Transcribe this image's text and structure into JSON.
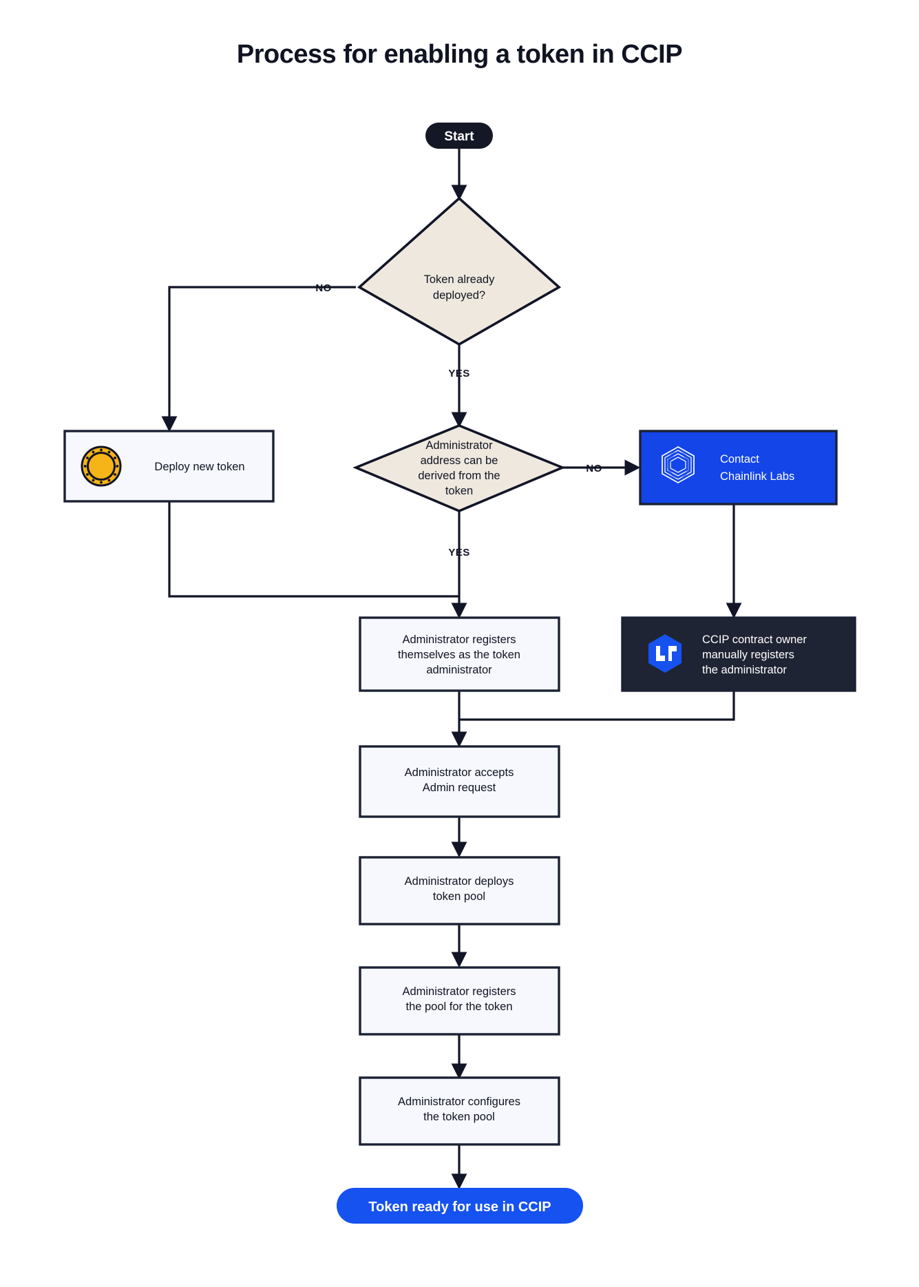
{
  "title": "Process for enabling a token in CCIP",
  "colors": {
    "background": "#ffffff",
    "text_dark": "#101322",
    "line": "#111527",
    "box_fill": "#F6F8FD",
    "box_stroke": "#1B2133",
    "diamond_fill": "#EFE8DE",
    "start_pill": "#141826",
    "end_pill": "#1652F0",
    "chainlink_blue": "#1345E8",
    "ccip_dark": "#1E2433",
    "coin_gold": "#F5B417"
  },
  "nodes": {
    "start": {
      "label": "Start",
      "type": "pill-start"
    },
    "decision_deployed": {
      "label": "Token already deployed?",
      "lines": [
        "Token already",
        "deployed?"
      ],
      "type": "decision"
    },
    "deploy_token": {
      "label": "Deploy new token",
      "lines": [
        "Deploy new token"
      ],
      "type": "process",
      "icon": "coin-icon"
    },
    "decision_admin_derived": {
      "label": "Administrator address can be derived from the token",
      "lines": [
        "Administrator",
        "address can be",
        "derived from the",
        "token"
      ],
      "type": "decision"
    },
    "contact_chainlink": {
      "label": "Contact Chainlink Labs",
      "lines": [
        "Contact",
        "Chainlink Labs"
      ],
      "type": "process-blue",
      "icon": "chainlink-logo-icon"
    },
    "admin_registers_self": {
      "label": "Administrator registers themselves as the token administrator",
      "lines": [
        "Administrator registers",
        "themselves as the token",
        "administrator"
      ],
      "type": "process"
    },
    "ccip_owner_registers": {
      "label": "CCIP contract owner manually registers the administrator",
      "lines": [
        "CCIP contract owner",
        "manually registers",
        "the administrator"
      ],
      "type": "process-dark",
      "icon": "ccip-logo-icon"
    },
    "admin_accepts": {
      "label": "Administrator accepts Admin request",
      "lines": [
        "Administrator accepts",
        "Admin request"
      ],
      "type": "process"
    },
    "admin_deploys_pool": {
      "label": "Administrator deploys token pool",
      "lines": [
        "Administrator deploys",
        "token pool"
      ],
      "type": "process"
    },
    "admin_registers_pool": {
      "label": "Administrator registers the pool for the token",
      "lines": [
        "Administrator registers",
        "the pool for the token"
      ],
      "type": "process"
    },
    "admin_configures_pool": {
      "label": "Administrator configures the token pool",
      "lines": [
        "Administrator configures",
        "the token pool"
      ],
      "type": "process"
    },
    "end": {
      "label": "Token ready for use in CCIP",
      "type": "pill-end"
    }
  },
  "edge_labels": {
    "deployed_no": "NO",
    "deployed_yes": "YES",
    "admin_no": "NO",
    "admin_yes": "YES"
  }
}
